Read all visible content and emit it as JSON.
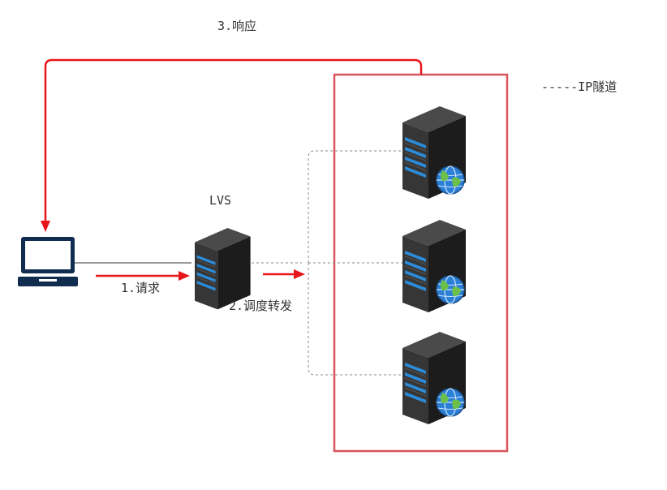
{
  "labels": {
    "step1": "1.请求",
    "step2": "2.调度转发",
    "step3": "3.响应",
    "lvs": "LVS",
    "legend": "-----IP隧道"
  },
  "nodes": {
    "client": {
      "icon": "laptop-icon"
    },
    "lvs": {
      "icon": "server-icon"
    },
    "real_servers": [
      {
        "icon": "server-globe-icon"
      },
      {
        "icon": "server-globe-icon"
      },
      {
        "icon": "server-globe-icon"
      }
    ]
  },
  "colors": {
    "arrow": "#e8161a",
    "cluster_border": "#d9545c",
    "tunnel": "#888888",
    "laptop": "#102d4f",
    "server_body": "#2f2f2f",
    "server_led": "#2c8bd8"
  }
}
